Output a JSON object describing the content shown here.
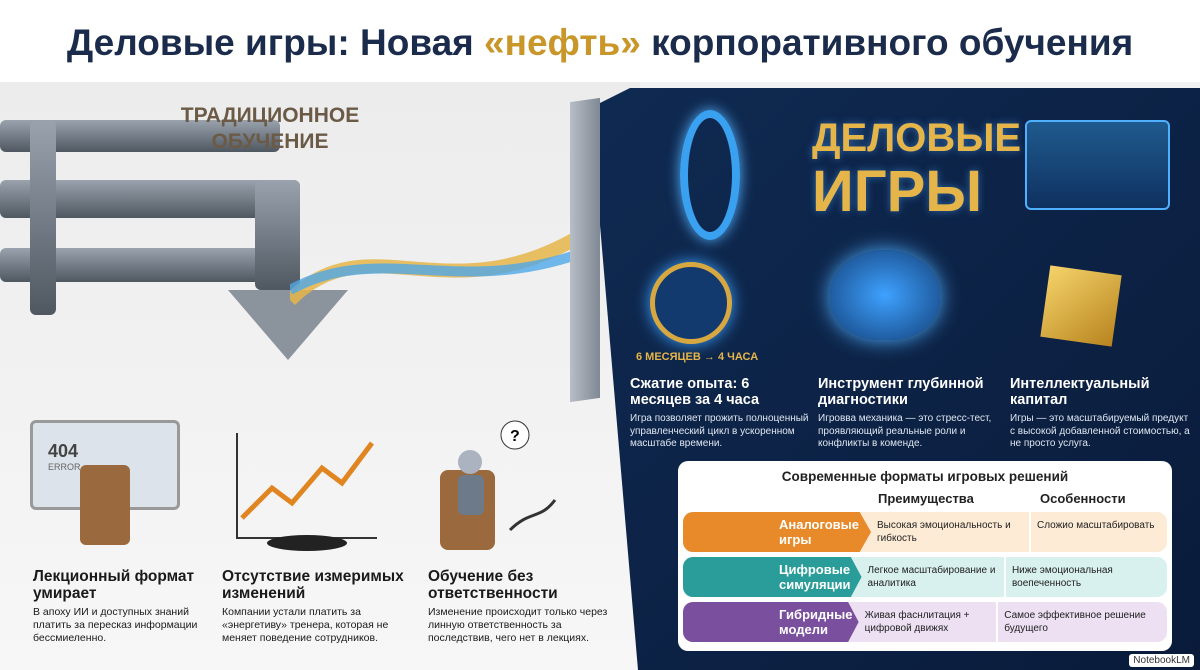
{
  "title": {
    "before": "Деловые игры: Новая ",
    "highlight": "«нефть»",
    "after": " корпоративного обучения"
  },
  "left": {
    "label_line1": "ТРАДИЦИОННОЕ",
    "label_line2": "ОБУЧЕНИЕ",
    "error_sign": "404",
    "error_sub": "ERROR",
    "items": [
      {
        "title": "Лекционный формат умирает",
        "text": "В апоху ИИ и доступных знаний платить за пересказ информации бессмиеленно."
      },
      {
        "title": "Отсутствие измеримых изменений",
        "text": "Компании устали платить за «энергетиву» тренера, которая не меняет поведение сотрудников."
      },
      {
        "title": "Обучение без ответственности",
        "text": "Изменение происходит только через линную ответственность за последствив, чего нет в лекциях."
      }
    ]
  },
  "right": {
    "brand_line1": "ДЕЛОВЫЕ",
    "brand_line2": "ИГРЫ",
    "clock_caption": "6 МЕСЯЦЕВ → 4 ЧАСА",
    "items": [
      {
        "title": "Сжатие опыта: 6 месяцев за 4 часа",
        "text": "Игра позволяет прожить полноценный управленческий цикл в ускоренном масштабе времени."
      },
      {
        "title": "Инструмент глубинной диагностики",
        "text": "Игровва механика — это стресс-тест, проявляющий реальные роли и конфликты в коменде."
      },
      {
        "title": "Интеллектуальный капитал",
        "text": "Игры — это масштабируемый предукт с высокой добавленной стоимостью, а не просто услуга."
      }
    ]
  },
  "table": {
    "title": "Современные форматы игровых решений",
    "col1": "Преимущества",
    "col2": "Особенности",
    "rows": [
      {
        "label": "Аналоговые игры",
        "adv": "Высокая эмоциональность и гибкость",
        "feat": "Сложио масштабировать",
        "color": "#e8892a",
        "bg": "#fdebd6"
      },
      {
        "label": "Цифровые симуляции",
        "adv": "Легкое масштабирование и аналитика",
        "feat": "Ниже эмоциональная воепеченность",
        "color": "#2a9d9a",
        "bg": "#d8f0ee"
      },
      {
        "label": "Гибридные модели",
        "adv": "Живая фаснлитация + цифровой движях",
        "feat": "Самое эффективное решение будущего",
        "color": "#7a4f9e",
        "bg": "#ece0f2"
      }
    ]
  },
  "footer": "NotebookLM",
  "colors": {
    "navy": "#1b2b4b",
    "gold": "#c9962a",
    "panel": "#0f2a52"
  }
}
